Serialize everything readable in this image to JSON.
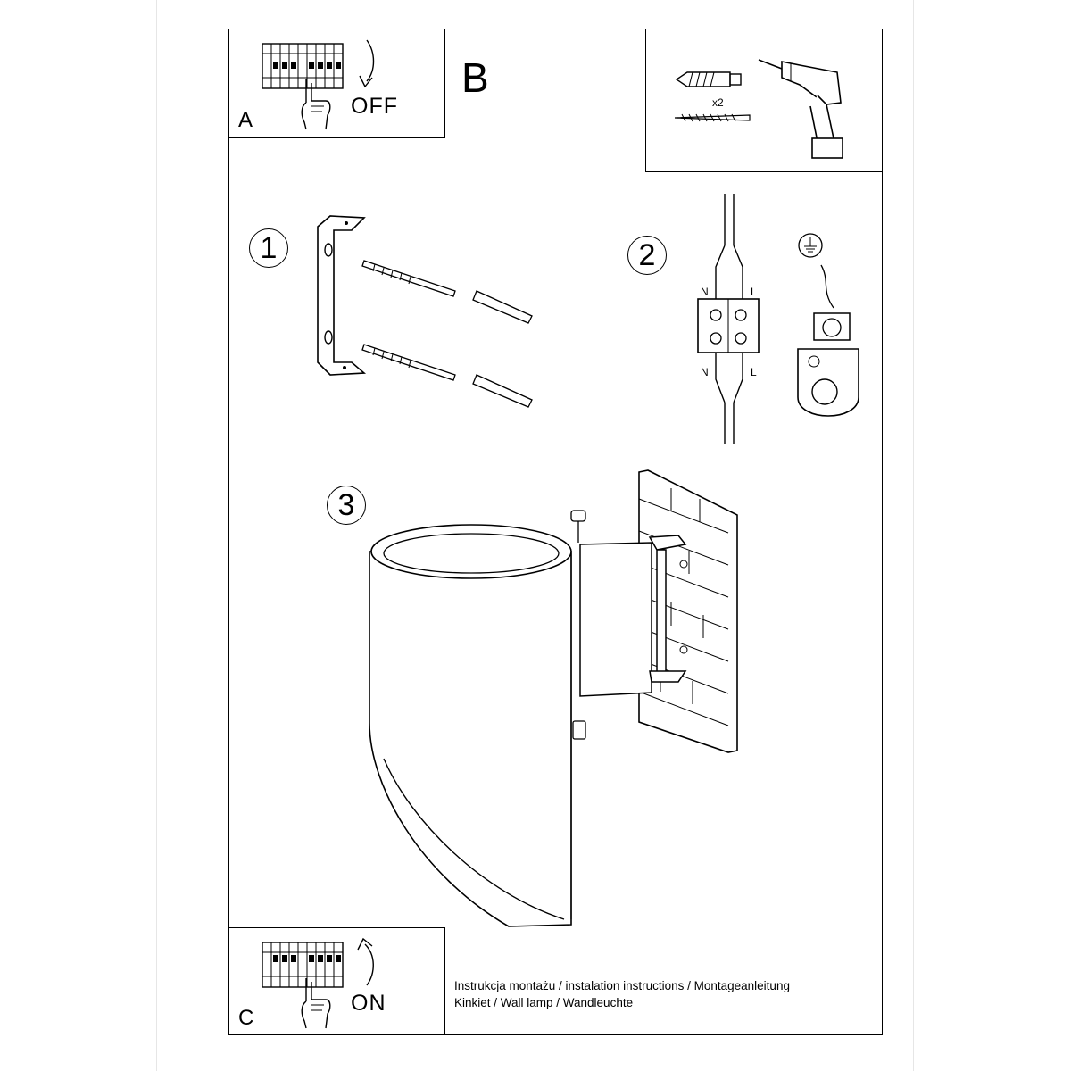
{
  "panels": {
    "a": {
      "letter": "A",
      "action": "OFF",
      "icons": [
        "circuit-breaker-icon",
        "hand-icon",
        "arrow-down-icon"
      ]
    },
    "b": {
      "letter": "B",
      "quantity": "x2",
      "icons": [
        "wall-plug-icon",
        "screw-icon",
        "drill-icon"
      ]
    },
    "c": {
      "letter": "C",
      "action": "ON",
      "icons": [
        "circuit-breaker-icon",
        "hand-icon",
        "arrow-up-icon"
      ]
    }
  },
  "steps": [
    {
      "number": "1",
      "icons": [
        "mounting-bracket-icon",
        "screw-icon",
        "wall-plug-icon"
      ]
    },
    {
      "number": "2",
      "icons": [
        "terminal-block-icon",
        "ground-symbol-icon",
        "ground-terminal-icon"
      ],
      "wire_labels": {
        "top_left": "N",
        "top_right": "L",
        "bottom_left": "N",
        "bottom_right": "L"
      }
    },
    {
      "number": "3",
      "icons": [
        "wall-lamp-icon",
        "brick-wall-icon",
        "screw-icon"
      ]
    }
  ],
  "caption": {
    "line1": "Instrukcja montażu / instalation instructions / Montageanleitung",
    "line2": "Kinkiet / Wall lamp / Wandleuchte"
  }
}
